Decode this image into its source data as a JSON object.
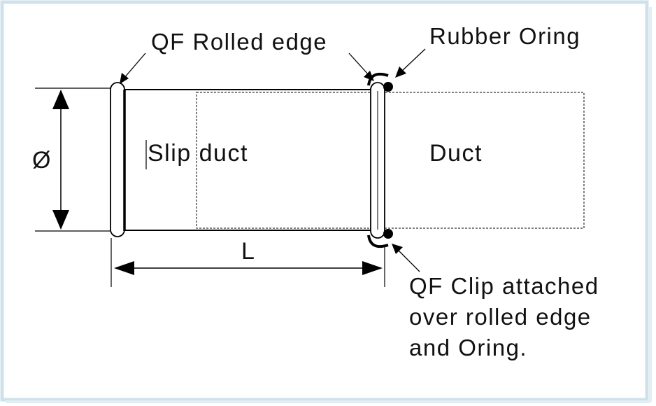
{
  "diagram": {
    "labels": {
      "rolled_edge": "QF Rolled edge",
      "rubber_oring": "Rubber Oring",
      "diameter_symbol": "Ø",
      "slip_duct": "Slip duct",
      "duct": "Duct",
      "length": "L",
      "clip_line1": "QF Clip attached",
      "clip_line2": "over rolled edge",
      "clip_line3": "and Oring."
    },
    "colors": {
      "frame_border": "#cfe2ec",
      "line": "#000000"
    }
  }
}
